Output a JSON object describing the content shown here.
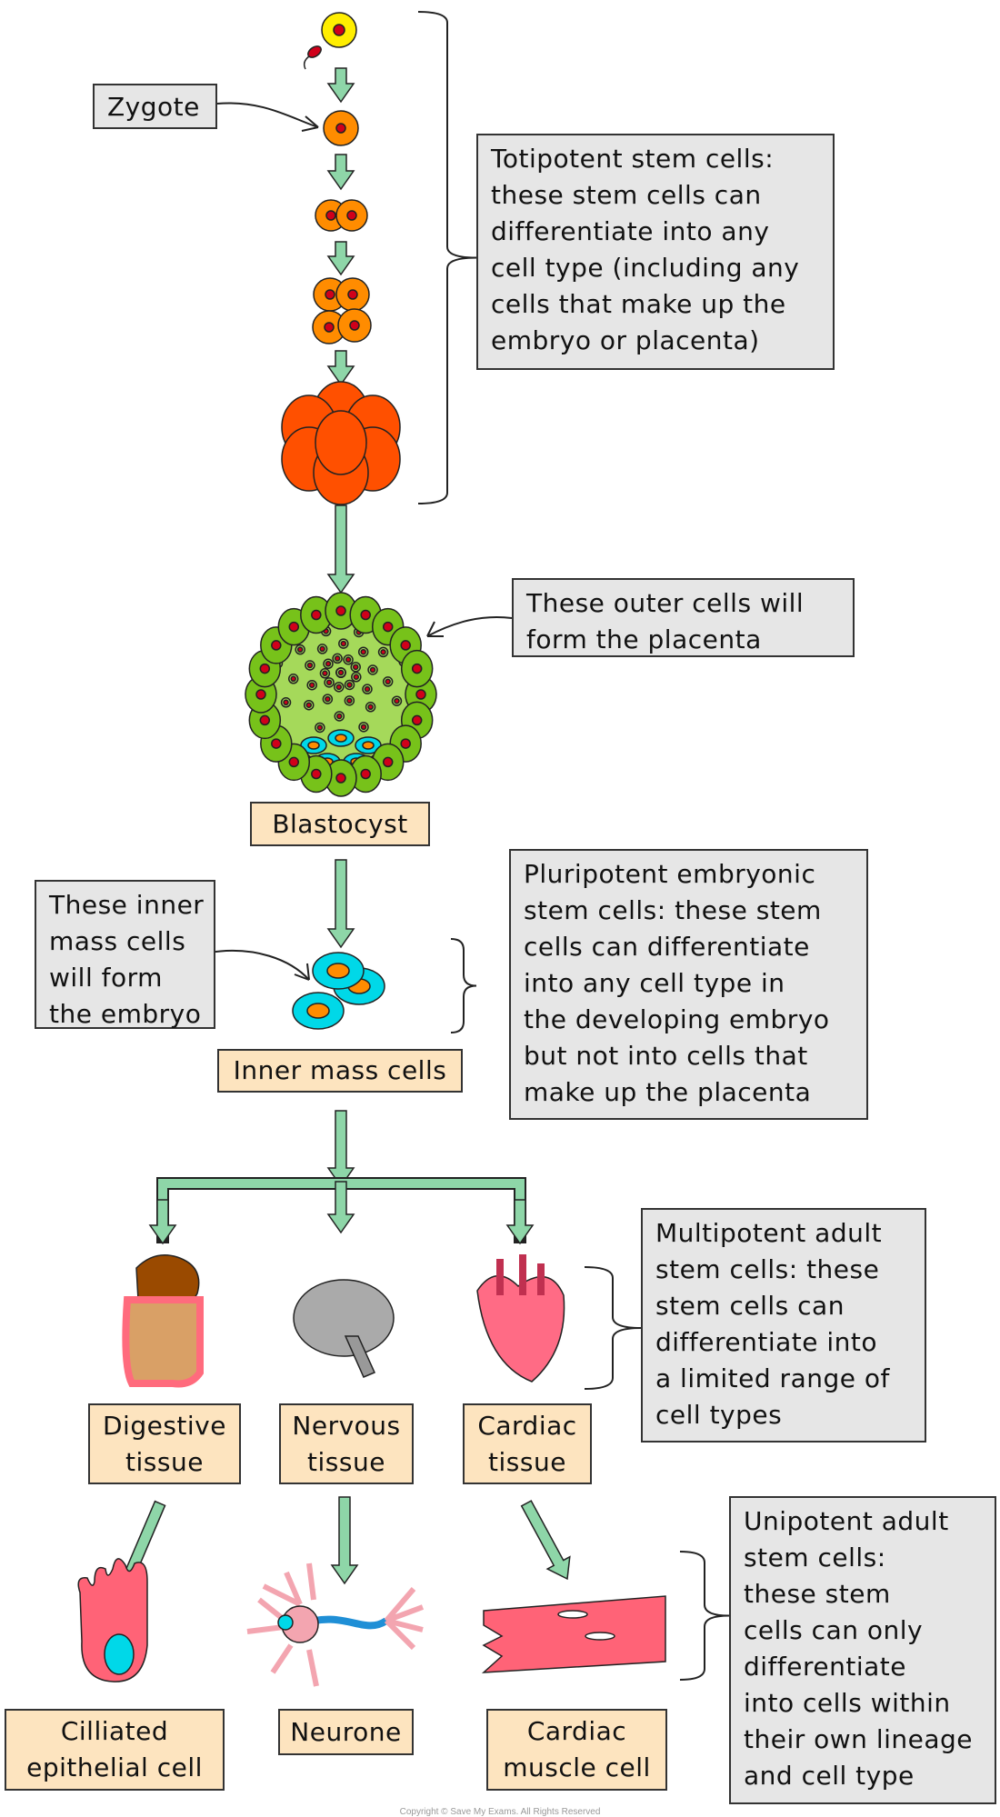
{
  "labels": {
    "zygote": "Zygote",
    "blastocyst": "Blastocyst",
    "inner_mass": "Inner mass cells",
    "digestive": [
      "Digestive",
      "tissue"
    ],
    "nervous": [
      "Nervous",
      "tissue"
    ],
    "cardiac": [
      "Cardiac",
      "tissue"
    ],
    "ciliated": [
      "Cilliated",
      "epithelial cell"
    ],
    "neurone": "Neurone",
    "cardiac_muscle": [
      "Cardiac",
      "muscle cell"
    ]
  },
  "notes": {
    "totipotent": [
      "Totipotent stem cells:",
      "these stem cells can",
      "differentiate into any",
      "cell type (including any",
      "cells that make up the",
      "embryo or placenta)"
    ],
    "outer_cells": [
      "These outer cells will",
      "form the placenta"
    ],
    "inner_cells": [
      "These inner",
      "mass cells",
      "will form",
      "the embryo"
    ],
    "pluripotent": [
      "Pluripotent embryonic",
      "stem cells: these stem",
      "cells can differentiate",
      "into any cell type in",
      "the developing embryo",
      "but not into cells that",
      "make up the placenta"
    ],
    "multipotent": [
      "Multipotent adult",
      "stem cells: these",
      "stem cells can",
      "differentiate into",
      "a limited range of",
      "cell types"
    ],
    "unipotent": [
      "Unipotent adult",
      "stem cells:",
      "these stem",
      "cells can only",
      "differentiate",
      "into cells within",
      "their own lineage",
      "and cell type"
    ]
  },
  "copyright": "Copyright © Save My Exams. All Rights Reserved",
  "colors": {
    "arrow": "#8ed6a8",
    "label_box": "#fde4bf",
    "note_box": "#e6e6e6",
    "egg": "#ffee00",
    "early_cell": "#ff8c00",
    "morula": "#ff5000",
    "blastocyst_outer": "#77c21a",
    "inner_mass_cell": "#00d8e8",
    "nucleus": "#d0001a",
    "pink_cell": "#ff6377"
  }
}
